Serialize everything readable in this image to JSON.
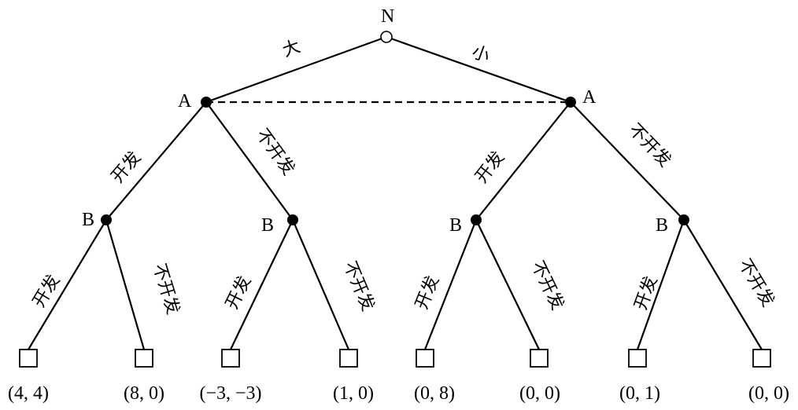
{
  "nodes": {
    "root": {
      "label": "N",
      "kind": "chance"
    },
    "a_left": {
      "label": "A",
      "kind": "decision"
    },
    "a_right": {
      "label": "A",
      "kind": "decision"
    },
    "b1": {
      "label": "B",
      "kind": "decision"
    },
    "b2": {
      "label": "B",
      "kind": "decision"
    },
    "b3": {
      "label": "B",
      "kind": "decision"
    },
    "b4": {
      "label": "B",
      "kind": "decision"
    }
  },
  "edges": {
    "root_left": "大",
    "root_right": "小",
    "a_left_develop": "开发",
    "a_left_no": "不开发",
    "a_right_develop": "开发",
    "a_right_no": "不开发",
    "b1_develop": "开发",
    "b1_no": "不开发",
    "b2_develop": "开发",
    "b2_no": "不开发",
    "b3_develop": "开发",
    "b3_no": "不开发",
    "b4_develop": "开发",
    "b4_no": "不开发"
  },
  "payoffs": [
    "(4, 4)",
    "(8, 0)",
    "(−3, −3)",
    "(1, 0)",
    "(0, 8)",
    "(0, 0)",
    "(0, 1)",
    "(0, 0)"
  ],
  "information_set": {
    "players": "A",
    "style": "dashed"
  }
}
